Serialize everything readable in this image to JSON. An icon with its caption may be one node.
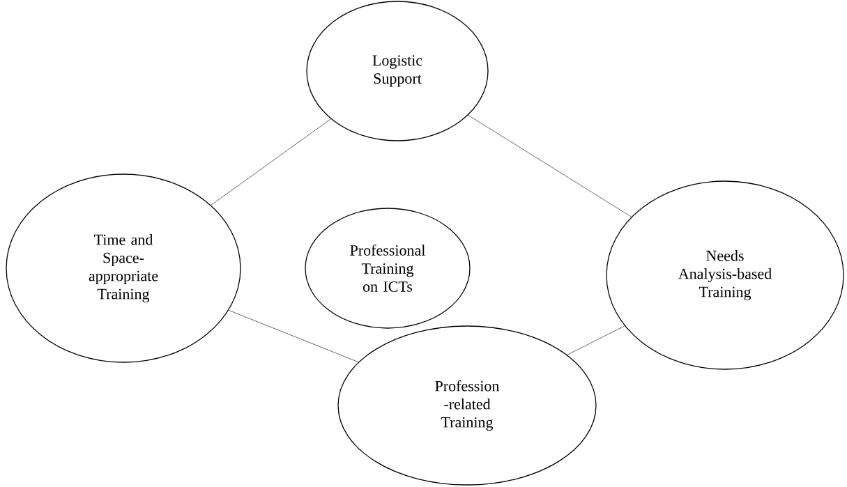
{
  "diagram": {
    "nodes": [
      {
        "text": [
          "Logistic Support"
        ]
      },
      {
        "text": [
          "Time and Space-appropriate Training"
        ]
      },
      {
        "text": [
          "Professional Training on ICTs"
        ]
      },
      {
        "text": [
          "Needs Analysis-based Training"
        ]
      },
      {
        "text": [
          "Profession -related Training"
        ]
      }
    ],
    "edges": [
      {
        "from": 0,
        "to": 1,
        "arrow": "none"
      },
      {
        "from": 0,
        "to": 3,
        "arrow": "none"
      },
      {
        "from": 1,
        "to": 4,
        "arrow": "none"
      },
      {
        "from": 4,
        "to": 3,
        "arrow": "none"
      }
    ]
  }
}
